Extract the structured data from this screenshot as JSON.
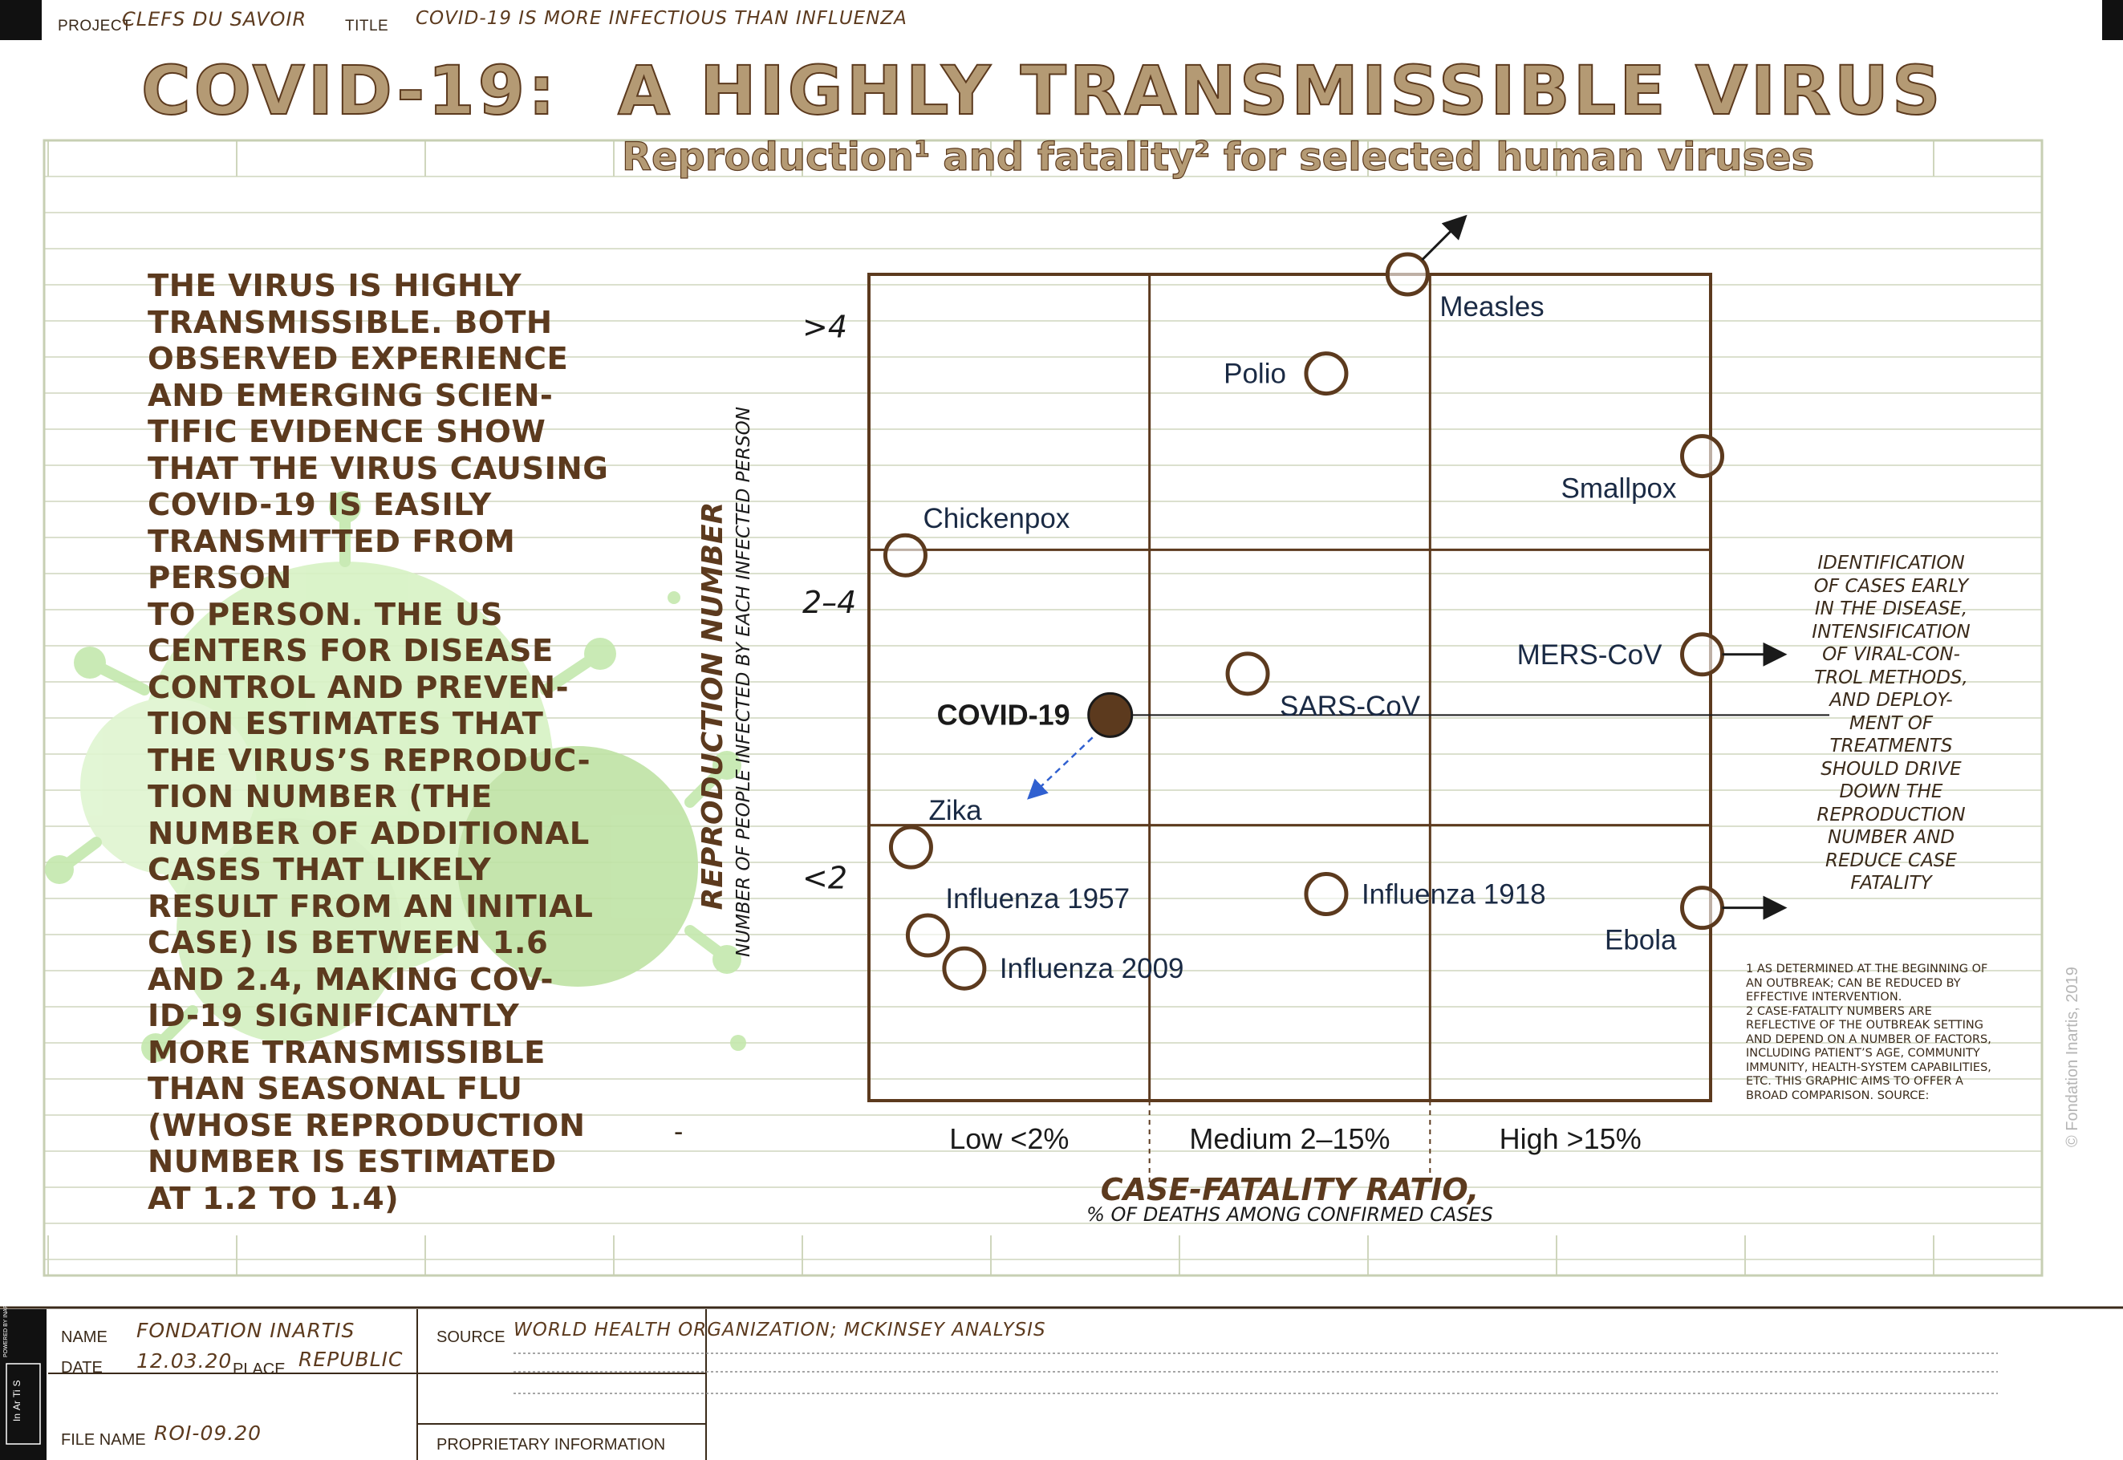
{
  "header": {
    "project_label": "PROJECT",
    "project_value": "CLEFS DU SAVOIR",
    "title_label": "TITLE",
    "title_value": "COVID-19 IS MORE INFECTIOUS THAN INFLUENZA"
  },
  "title": {
    "part1": "COVID-19:",
    "part2": "A HIGHLY TRANSMISSIBLE VIRUS",
    "subtitle_a": "Reproduction",
    "subtitle_sup1": "1",
    "subtitle_b": " and fatality",
    "subtitle_sup2": "2",
    "subtitle_c": " for selected human viruses"
  },
  "body_text": "The virus is highly\ntransmissible. Both\nobserved experience\nand emerging scien-\ntific evidence show\nthat the virus causing\nCOVID-19 is easily\ntransmitted from\nperson\nto person. The US\nCenters for Disease\nControl and Preven-\ntion estimates that\nthe virus’s reproduc-\ntion number (the\nnumber of additional\ncases that likely\nresult from an initial\ncase) is between 1.6\nand 2.4, making COV-\nID-19 significantly\nmore transmissible\nthan seasonal flu\n(whose reproduction\nnumber is estimated\nat 1.2 to 1.4)",
  "side_note": "Identification\nof cases early\nin the disease,\nintensification\nof viral-con-\ntrol methods,\nand deploy-\nment of\ntreatments\nshould drive\ndown the\nreproduction\nnumber and\nreduce case\nfatality",
  "footnote": "1 As determined at the beginning of\nan outbreak; can be reduced by\neffective intervention.\n2 Case-fatality numbers are\nreflective of the outbreak setting\nand depend on a number of factors,\nincluding patient’s age, community\nimmunity, health-system capabilities,\netc. This graphic aims to offer a\nbroad comparison. Source:",
  "copyright": "© Fondation Inartis, 2019",
  "stray_mark": "-",
  "footer": {
    "name_label": "NAME",
    "name_value": "FONDATION INARTIS",
    "date_label": "DATE",
    "date_value": "12.03.20",
    "place_label": "PLACE",
    "place_value": "REPUBLIC",
    "source_label": "SOURCE",
    "source_value": "WORLD HEALTH ORGANIZATION; MCKINSEY ANALYSIS",
    "file_label": "FILE NAME",
    "file_value": "ROI-09.20",
    "proprietary": "PROPRIETARY INFORMATION",
    "powered_by": "POWERED BY INARTIS",
    "logo_letters": [
      "In",
      "Ar",
      "Ti",
      "S"
    ]
  },
  "colors": {
    "brown": "#5c3a1e",
    "title_fill": "#b49a74",
    "grid": "#cfd6bd",
    "arrow_blue": "#3060d0",
    "virus_green": "#b8e6a0",
    "ink": "#1a1a1a"
  },
  "icons": [
    "virus-illustration-icon",
    "inartis-logo-icon",
    "arrow-right-icon",
    "arrow-up-right-icon",
    "arrow-down-left-icon"
  ],
  "chart_data": {
    "type": "scatter",
    "xlabel": "CASE-FATALITY RATIO,",
    "xlabel_sub": "% OF DEATHS AMONG CONFIRMED CASES",
    "ylabel": "REPRODUCTION NUMBER",
    "ylabel_sub": "NUMBER OF PEOPLE INFECTED BY EACH INFECTED PERSON",
    "x_categories": [
      "Low <2%",
      "Medium 2–15%",
      "High >15%"
    ],
    "y_categories": [
      "<2",
      "2–4",
      ">4"
    ],
    "x_range": [
      0,
      3
    ],
    "y_range": [
      0,
      3
    ],
    "grid": true,
    "points": [
      {
        "name": "Measles",
        "x": 1.92,
        "y": 3.0,
        "label_pos": "below-right",
        "arrow": "up-right"
      },
      {
        "name": "Polio",
        "x": 1.63,
        "y": 2.64,
        "label_pos": "left"
      },
      {
        "name": "Smallpox",
        "x": 2.97,
        "y": 2.34,
        "label_pos": "below-left"
      },
      {
        "name": "Chickenpox",
        "x": 0.13,
        "y": 1.98,
        "label_pos": "above-right"
      },
      {
        "name": "SARS-CoV",
        "x": 1.35,
        "y": 1.55,
        "label_pos": "below-right"
      },
      {
        "name": "MERS-CoV",
        "x": 2.97,
        "y": 1.62,
        "label_pos": "left",
        "arrow": "right"
      },
      {
        "name": "COVID-19",
        "x": 0.86,
        "y": 1.4,
        "label_pos": "left",
        "highlight": true
      },
      {
        "name": "Zika",
        "x": 0.15,
        "y": 0.92,
        "label_pos": "above-right"
      },
      {
        "name": "Influenza 1957",
        "x": 0.21,
        "y": 0.6,
        "label_pos": "above-right"
      },
      {
        "name": "Influenza 2009",
        "x": 0.34,
        "y": 0.48,
        "label_pos": "right"
      },
      {
        "name": "Influenza 1918",
        "x": 1.63,
        "y": 0.75,
        "label_pos": "right"
      },
      {
        "name": "Ebola",
        "x": 2.97,
        "y": 0.7,
        "label_pos": "below-left",
        "arrow": "right"
      }
    ]
  }
}
